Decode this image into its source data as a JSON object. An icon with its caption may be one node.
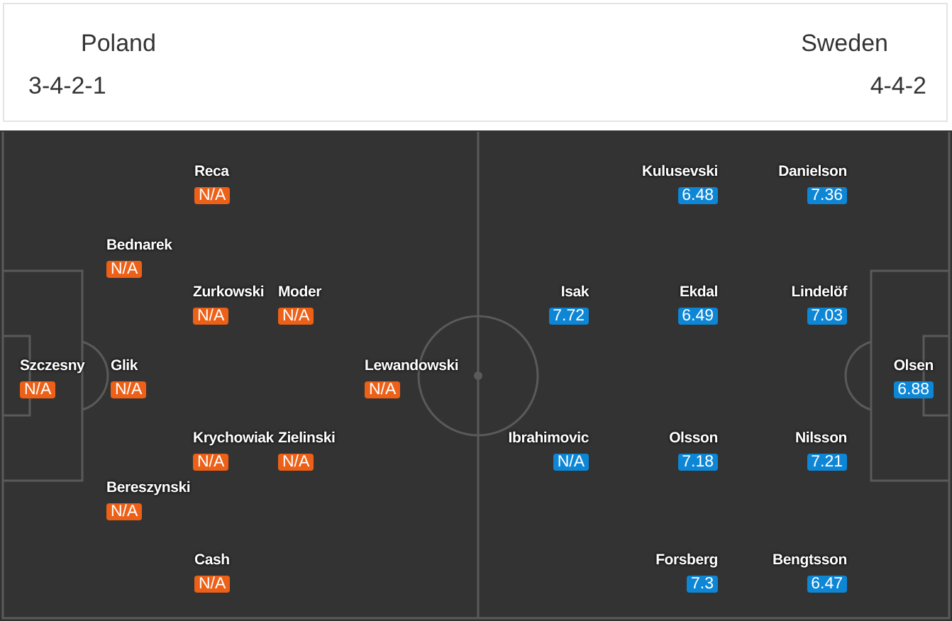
{
  "diagram": {
    "nodes": [
      {
        "text": [
          "Szczesny",
          "N/A"
        ]
      },
      {
        "text": [
          "Bednarek",
          "N/A"
        ]
      },
      {
        "text": [
          "Glik",
          "N/A"
        ]
      },
      {
        "text": [
          "Bereszynski",
          "N/A"
        ]
      },
      {
        "text": [
          "Reca",
          "N/A"
        ]
      },
      {
        "text": [
          "Zurkowski",
          "N/A"
        ]
      },
      {
        "text": [
          "Moder",
          "N/A"
        ]
      },
      {
        "text": [
          "Krychowiak",
          "N/A"
        ]
      },
      {
        "text": [
          "Zielinski",
          "N/A"
        ]
      },
      {
        "text": [
          "Cash",
          "N/A"
        ]
      },
      {
        "text": [
          "Lewandowski",
          "N/A"
        ]
      },
      {
        "text": [
          "Kulusevski",
          "6.48"
        ]
      },
      {
        "text": [
          "Danielson",
          "7.36"
        ]
      },
      {
        "text": [
          "Isak",
          "7.72"
        ]
      },
      {
        "text": [
          "Ekdal",
          "6.49"
        ]
      },
      {
        "text": [
          "Lindelöf",
          "7.03"
        ]
      },
      {
        "text": [
          "Olsen",
          "6.88"
        ]
      },
      {
        "text": [
          "Ibrahimovic",
          "N/A"
        ]
      },
      {
        "text": [
          "Olsson",
          "7.18"
        ]
      },
      {
        "text": [
          "Nilsson",
          "7.21"
        ]
      },
      {
        "text": [
          "Forsberg",
          "7.3"
        ]
      },
      {
        "text": [
          "Bengtsson",
          "6.47"
        ]
      }
    ],
    "labels": [
      "Poland",
      "3-4-2-1",
      "Sweden",
      "4-4-2"
    ]
  }
}
